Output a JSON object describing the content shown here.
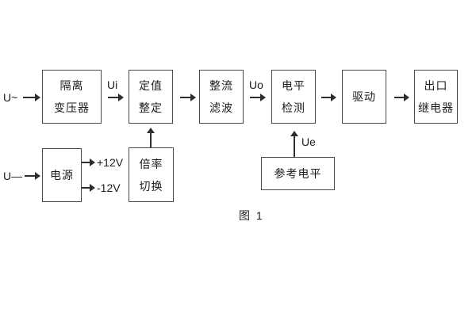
{
  "figure": {
    "caption": "图 1",
    "colors": {
      "background": "#ffffff",
      "box_border": "#4a4a4a",
      "line": "#2e2e2e",
      "text": "#1c1c1c"
    },
    "inputs": {
      "ac": "U~",
      "dc": "U—"
    },
    "signals": {
      "ui": "Ui",
      "uo": "Uo",
      "ue": "Ue",
      "rail_pos": "+12V",
      "rail_neg": "-12V"
    },
    "blocks": {
      "isolation_transformer": {
        "line1": "隔离",
        "line2": "变压器"
      },
      "value_setting": {
        "line1": "定值",
        "line2": "整定"
      },
      "rectifier_filter": {
        "line1": "整流",
        "line2": "滤波"
      },
      "level_detector": {
        "line1": "电平",
        "line2": "检测"
      },
      "driver": {
        "line1": "驱动"
      },
      "output_relay": {
        "line1": "出口",
        "line2": "继电器"
      },
      "power_supply": {
        "line1": "电源"
      },
      "multiplier_switch": {
        "line1": "倍率",
        "line2": "切换"
      },
      "reference_level": {
        "line1": "参考电平"
      }
    }
  }
}
